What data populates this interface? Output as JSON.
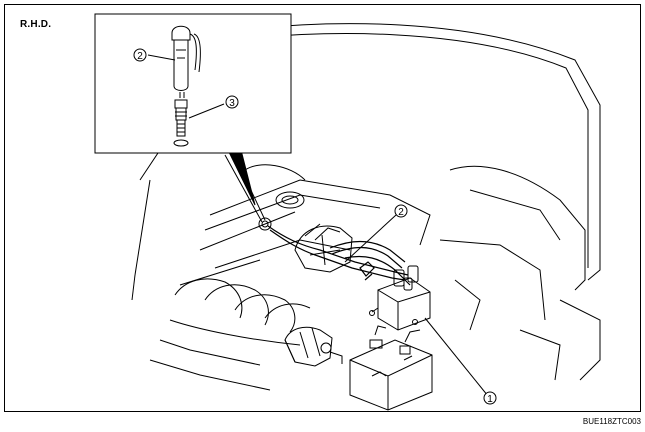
{
  "region_label": "R.H.D.",
  "figure_code": "BUE118ZTC003",
  "callouts": {
    "inset_coil": "2",
    "inset_plug": "3",
    "main_wires": "2",
    "main_coil": "1"
  }
}
